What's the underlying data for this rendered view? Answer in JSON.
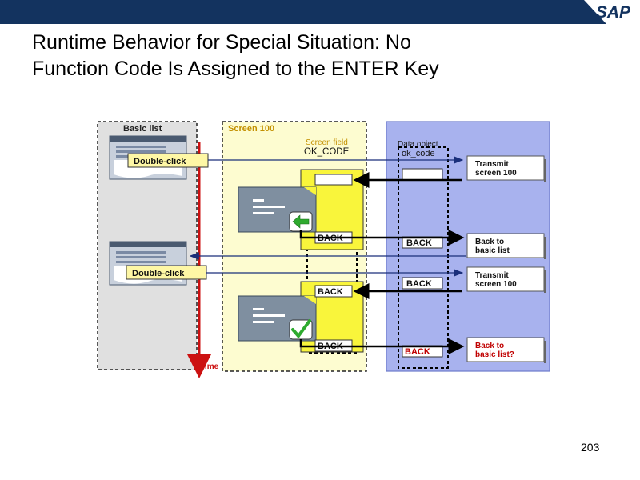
{
  "header": {
    "brand": "SAP",
    "bar_color": "#13335f"
  },
  "title": {
    "line1": "Runtime Behavior for Special Situation: No",
    "line2": "Function Code Is Assigned to the ENTER Key"
  },
  "page_number": "203",
  "diagram": {
    "basic_list_label": "Basic list",
    "screen_label": "Screen 100",
    "screen_field_label": "Screen field",
    "ok_code_label": "OK_CODE",
    "data_object_label": "Data object",
    "ok_code_var": "ok_code",
    "double_click_1": "Double-click",
    "double_click_2": "Double-click",
    "time_label": "Time",
    "back_field_1": "BACK",
    "back_field_2": "BACK",
    "back_field_3": "BACK",
    "back_data_1": "BACK",
    "back_data_2": "BACK",
    "back_data_3": "BACK",
    "result_1_line1": "Transmit",
    "result_1_line2": "screen 100",
    "result_2_line1": "Back to",
    "result_2_line2": "basic list",
    "result_3_line1": "Transmit",
    "result_3_line2": "screen 100",
    "result_4_line1": "Back to",
    "result_4_line2": "basic list?",
    "colors": {
      "basic_list_bg": "#e0e0e0",
      "screen_bg": "#fdfcd0",
      "data_bg": "#a8b2ee",
      "field_yellow": "#f9f53b",
      "window_gray": "#7f8fa0",
      "time_red": "#cc1111",
      "highlight_red": "#c00000"
    },
    "icons": [
      "document-icon",
      "enter-arrow-icon",
      "checkmark-icon"
    ]
  }
}
